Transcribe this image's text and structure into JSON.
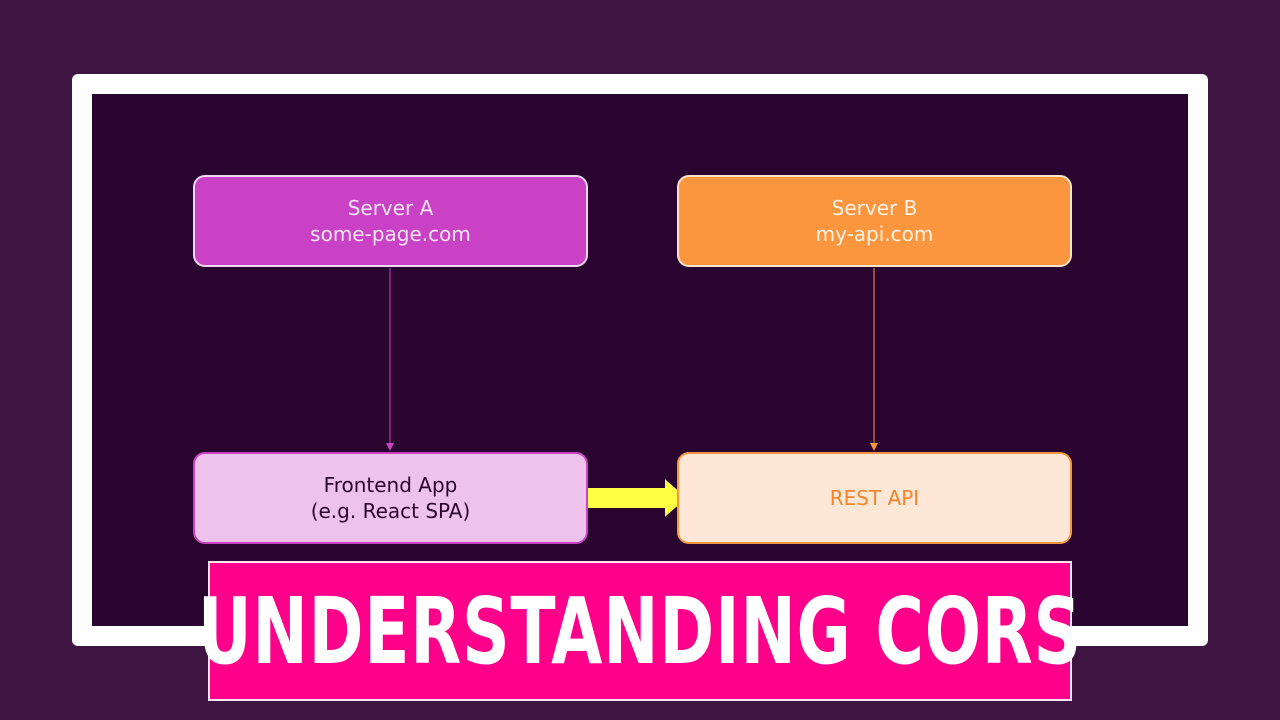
{
  "diagram": {
    "nodes": {
      "server_a": {
        "line1": "Server A",
        "line2": "some-page.com"
      },
      "server_b": {
        "line1": "Server B",
        "line2": "my-api.com"
      },
      "frontend": {
        "line1": "Frontend App",
        "line2": "(e.g. React SPA)"
      },
      "rest_api": {
        "line1": "REST API"
      }
    },
    "colors": {
      "server_a": "#c941c4",
      "server_b": "#fb963f",
      "frontend": "#edc2ec",
      "rest_api": "#fde8d7",
      "request_arrow": "#ffff44"
    }
  },
  "banner": {
    "title": "UNDERSTANDING CORS"
  }
}
